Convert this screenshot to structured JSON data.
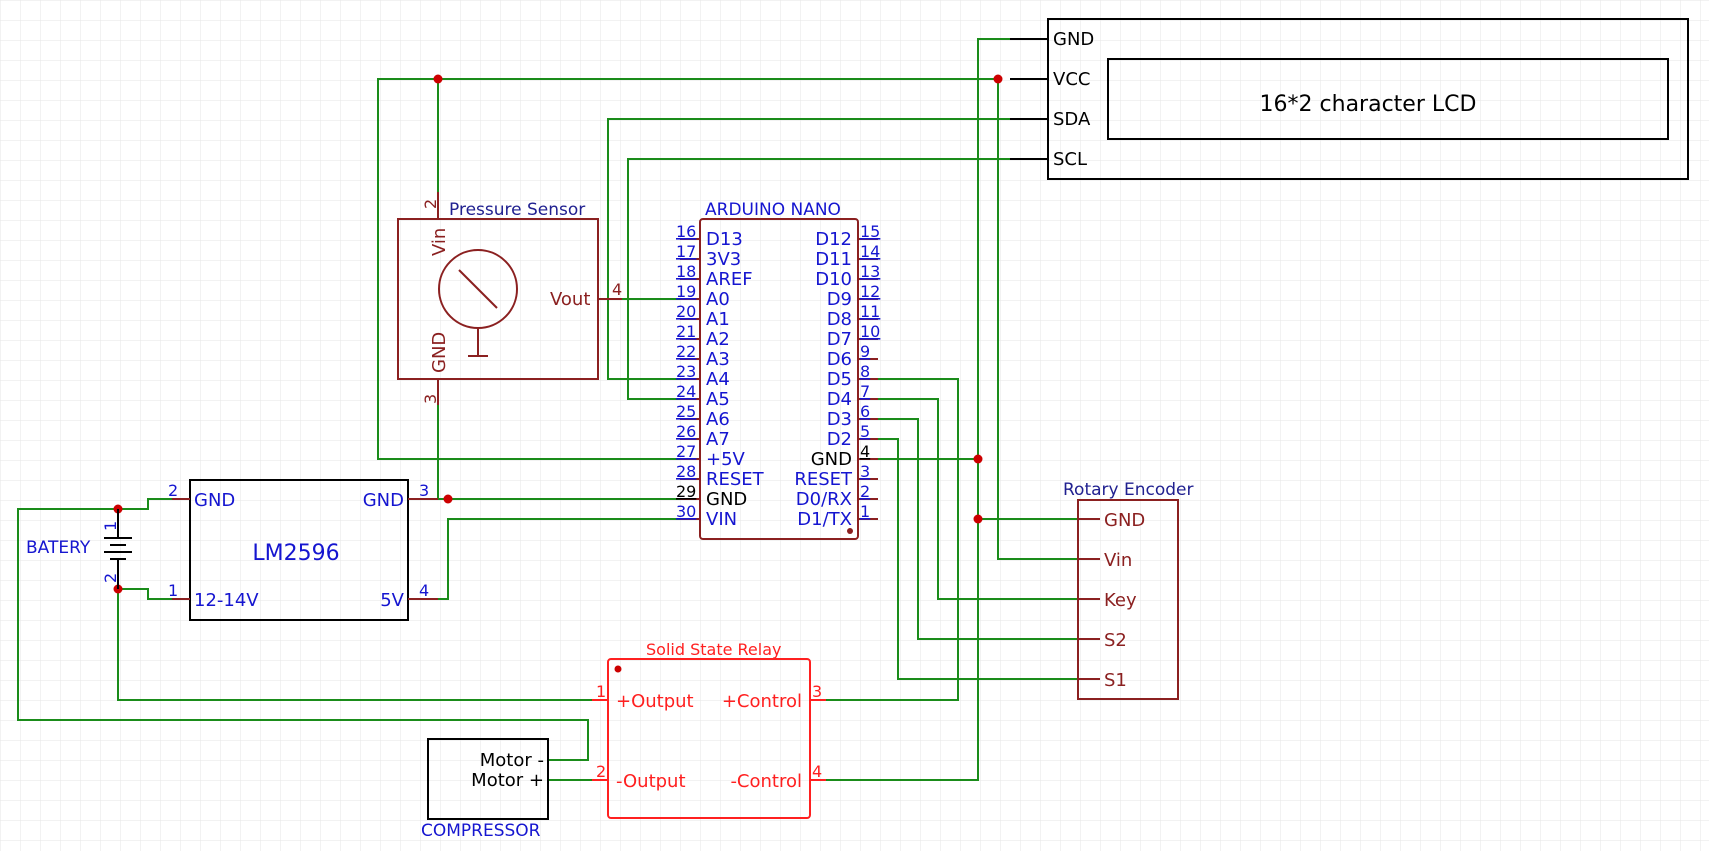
{
  "lcd": {
    "pins": [
      "GND",
      "VCC",
      "SDA",
      "SCL"
    ],
    "label": "16*2 character LCD"
  },
  "pressure_sensor": {
    "title": "Pressure Sensor",
    "pin_vin": "Vin",
    "pin_gnd": "GND",
    "pin_vout": "Vout",
    "num_vin": "2",
    "num_gnd": "3",
    "num_vout": "4"
  },
  "arduino": {
    "title": "ARDUINO  NANO",
    "left_pins": [
      {
        "num": "16",
        "name": "D13"
      },
      {
        "num": "17",
        "name": "3V3"
      },
      {
        "num": "18",
        "name": "AREF"
      },
      {
        "num": "19",
        "name": "A0"
      },
      {
        "num": "20",
        "name": "A1"
      },
      {
        "num": "21",
        "name": "A2"
      },
      {
        "num": "22",
        "name": "A3"
      },
      {
        "num": "23",
        "name": "A4"
      },
      {
        "num": "24",
        "name": "A5"
      },
      {
        "num": "25",
        "name": "A6"
      },
      {
        "num": "26",
        "name": "A7"
      },
      {
        "num": "27",
        "name": "+5V"
      },
      {
        "num": "28",
        "name": "RESET"
      },
      {
        "num": "29",
        "name": "GND"
      },
      {
        "num": "30",
        "name": "VIN"
      }
    ],
    "right_pins": [
      {
        "num": "15",
        "name": "D12"
      },
      {
        "num": "14",
        "name": "D11"
      },
      {
        "num": "13",
        "name": "D10"
      },
      {
        "num": "12",
        "name": "D9"
      },
      {
        "num": "11",
        "name": "D8"
      },
      {
        "num": "10",
        "name": "D7"
      },
      {
        "num": "9",
        "name": "D6"
      },
      {
        "num": "8",
        "name": "D5"
      },
      {
        "num": "7",
        "name": "D4"
      },
      {
        "num": "6",
        "name": "D3"
      },
      {
        "num": "5",
        "name": "D2"
      },
      {
        "num": "4",
        "name": "GND"
      },
      {
        "num": "3",
        "name": "RESET"
      },
      {
        "num": "2",
        "name": "D0/RX"
      },
      {
        "num": "1",
        "name": "D1/TX"
      }
    ]
  },
  "lm2596": {
    "label": "LM2596",
    "pin_gnd_in": "GND",
    "pin_vin": "12-14V",
    "pin_gnd_out": "GND",
    "pin_vout": "5V",
    "num_gnd_in": "2",
    "num_vin": "1",
    "num_gnd_out": "3",
    "num_vout": "4"
  },
  "battery": {
    "label": "BATERY",
    "num_top": "1",
    "num_bottom": "2"
  },
  "rotary_encoder": {
    "title": "Rotary Encoder",
    "pins": [
      "GND",
      "Vin",
      "Key",
      "S2",
      "S1"
    ]
  },
  "relay": {
    "title": "Solid State Relay",
    "out_plus": "+Output",
    "out_minus": "-Output",
    "ctrl_plus": "+Control",
    "ctrl_minus": "-Control",
    "num_out_plus": "1",
    "num_out_minus": "2",
    "num_ctrl_plus": "3",
    "num_ctrl_minus": "4"
  },
  "compressor": {
    "label": "COMPRESSOR",
    "pin_minus": "Motor -",
    "pin_plus": "Motor +"
  },
  "colors": {
    "wire": "#1a8c1a",
    "component": "#8b2020",
    "pin_text": "#1515d0",
    "relay": "#ff2020",
    "junction": "#cc0000"
  }
}
